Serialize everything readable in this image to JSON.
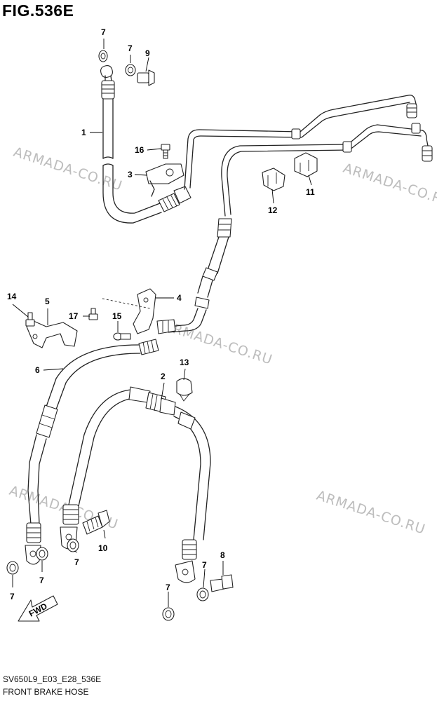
{
  "figure": {
    "title": "FIG.536E",
    "code": "SV650L9_E03_E28_536E",
    "caption": "FRONT BRAKE HOSE"
  },
  "watermark": "ARMADA-CO.RU",
  "direction_marker": "FWD",
  "callouts": [
    {
      "label": "7"
    },
    {
      "label": "7"
    },
    {
      "label": "9"
    },
    {
      "label": "1"
    },
    {
      "label": "16"
    },
    {
      "label": "3"
    },
    {
      "label": "11"
    },
    {
      "label": "12"
    },
    {
      "label": "14"
    },
    {
      "label": "5"
    },
    {
      "label": "17"
    },
    {
      "label": "15"
    },
    {
      "label": "4"
    },
    {
      "label": "6"
    },
    {
      "label": "13"
    },
    {
      "label": "2"
    },
    {
      "label": "10"
    },
    {
      "label": "7"
    },
    {
      "label": "7"
    },
    {
      "label": "7"
    },
    {
      "label": "7"
    },
    {
      "label": "8"
    },
    {
      "label": "7"
    }
  ],
  "colors": {
    "line": "#222222",
    "watermark": "#bdbdbd",
    "background": "#ffffff"
  }
}
